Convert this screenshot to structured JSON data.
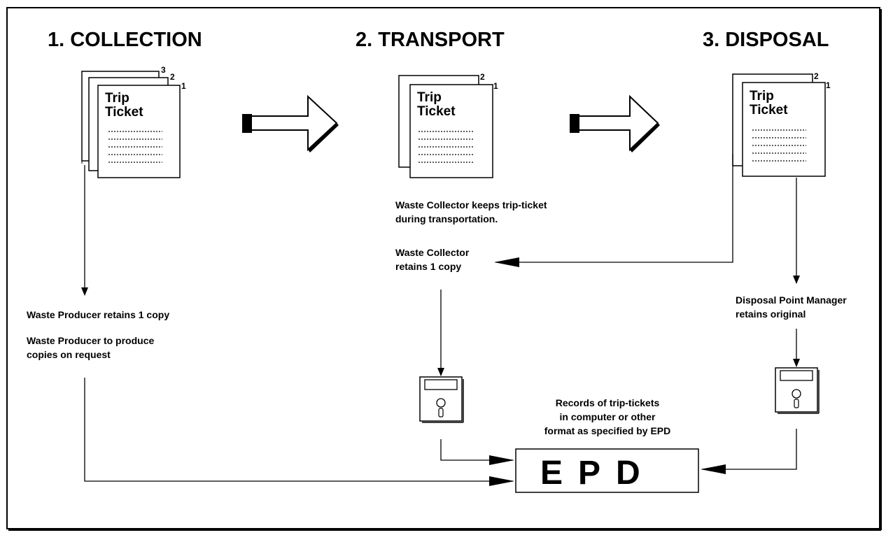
{
  "stages": [
    {
      "title": "1. COLLECTION",
      "copies": [
        "3",
        "2",
        "1"
      ]
    },
    {
      "title": "2. TRANSPORT",
      "copies": [
        "2",
        "1"
      ]
    },
    {
      "title": "3. DISPOSAL",
      "copies": [
        "2",
        "1"
      ]
    }
  ],
  "ticket": {
    "line1": "Trip",
    "line2": "Ticket"
  },
  "notes": {
    "producer_retains": "Waste Producer retains 1 copy",
    "producer_produce_1": "Waste Producer to produce",
    "producer_produce_2": "copies on request",
    "collector_keeps_1": "Waste Collector keeps trip-ticket",
    "collector_keeps_2": "during transportation.",
    "collector_retains_1": "Waste Collector",
    "collector_retains_2": "retains 1 copy",
    "disposal_manager_1": "Disposal Point Manager",
    "disposal_manager_2": "retains original",
    "records_1": "Records of trip-tickets",
    "records_2": "in computer or other",
    "records_3": "format as specified by EPD"
  },
  "epd_label": "EPD",
  "icons": [
    "block-arrow-right-icon",
    "floppy-disk-icon",
    "trip-ticket-document-icon"
  ]
}
